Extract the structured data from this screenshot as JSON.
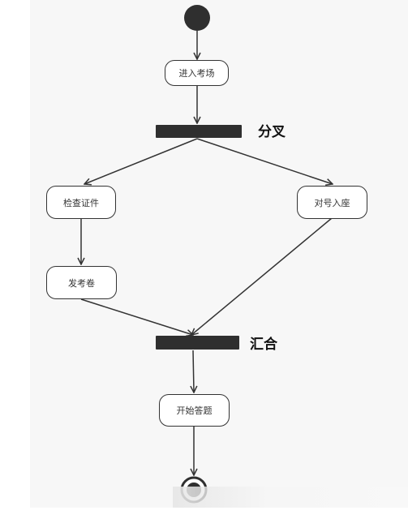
{
  "diagram": {
    "nodes": {
      "enter_exam_room": "进入考场",
      "check_id": "检查证件",
      "take_seat": "对号入座",
      "hand_out_papers": "发考卷",
      "start_answering": "开始答题"
    },
    "fork_label": "分叉",
    "join_label": "汇合"
  },
  "colors": {
    "line": "#333333",
    "bar": "#2f2f2f",
    "panel": "#f7f7f7"
  }
}
